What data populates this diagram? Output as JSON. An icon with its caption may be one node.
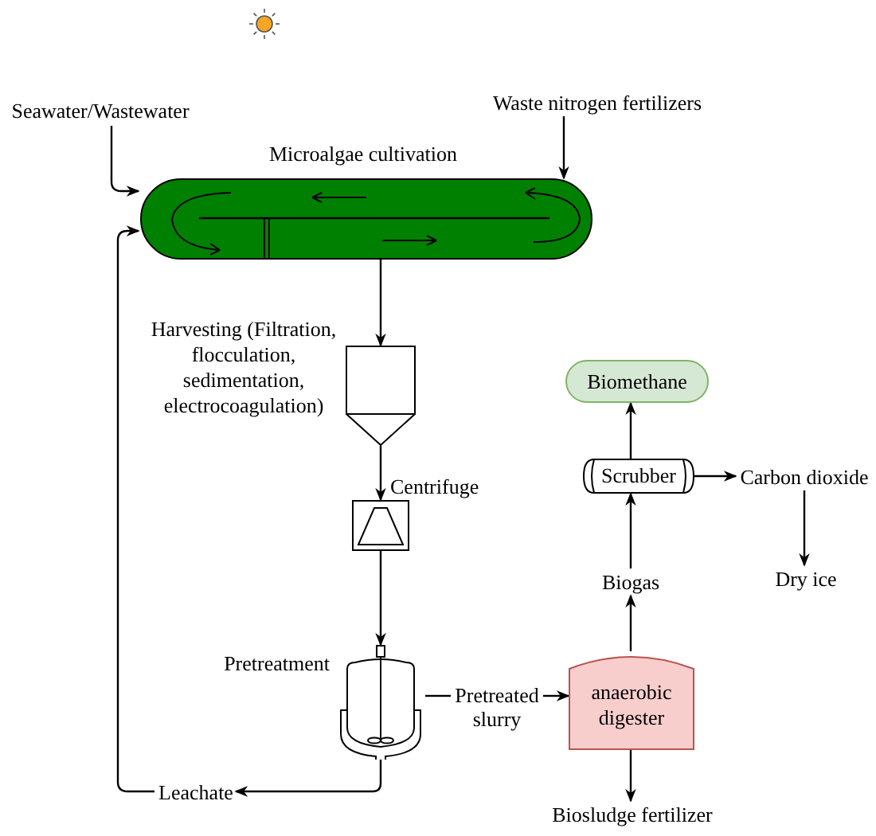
{
  "diagram": {
    "nodes": [
      {
        "text": [
          "Seawater/Wastewater"
        ]
      },
      {
        "text": [
          "Waste nitrogen fertilizers"
        ]
      },
      {
        "text": [
          "Microalgae cultivation"
        ]
      },
      {
        "text": [
          "Harvesting (Filtration, flocculation, sedimentation, electrocoagulation)"
        ]
      },
      {
        "text": [
          "Centrifuge"
        ]
      },
      {
        "text": [
          "Pretreatment"
        ]
      },
      {
        "text": [
          "Leachate"
        ]
      },
      {
        "text": [
          "Pretreated slurry"
        ]
      },
      {
        "text": [
          "anaerobic digester"
        ]
      },
      {
        "text": [
          "Biosludge fertilizer"
        ]
      },
      {
        "text": [
          "Biogas"
        ]
      },
      {
        "text": [
          "Scrubber"
        ]
      },
      {
        "text": [
          "Biomethane"
        ]
      },
      {
        "text": [
          "Carbon dioxide"
        ]
      },
      {
        "text": [
          "Dry ice"
        ]
      }
    ],
    "edges": [
      {
        "from": 0,
        "to": 2,
        "arrow": "to"
      },
      {
        "from": 1,
        "to": 2,
        "arrow": "to"
      },
      {
        "from": 2,
        "to": 3,
        "arrow": "to"
      },
      {
        "from": 3,
        "to": 4,
        "arrow": "to"
      },
      {
        "from": 4,
        "to": 5,
        "arrow": "to"
      },
      {
        "from": 5,
        "to": 6,
        "arrow": "to"
      },
      {
        "from": 6,
        "to": 2,
        "arrow": "to"
      },
      {
        "from": 5,
        "to": 7,
        "arrow": "none"
      },
      {
        "from": 7,
        "to": 8,
        "arrow": "to"
      },
      {
        "from": 8,
        "to": 10,
        "arrow": "to"
      },
      {
        "from": 8,
        "to": 9,
        "arrow": "to"
      },
      {
        "from": 10,
        "to": 11,
        "arrow": "to"
      },
      {
        "from": 11,
        "to": 12,
        "arrow": "to"
      },
      {
        "from": 11,
        "to": 13,
        "arrow": "to"
      },
      {
        "from": 13,
        "to": 14,
        "arrow": "to"
      }
    ]
  }
}
